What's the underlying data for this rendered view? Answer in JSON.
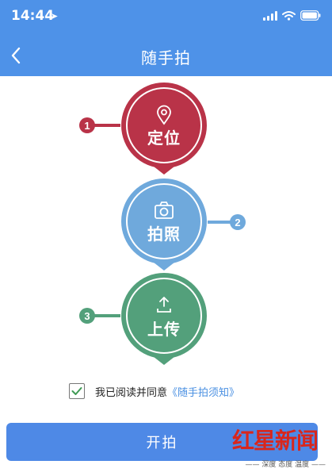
{
  "status_bar": {
    "time": "14:44"
  },
  "nav": {
    "title": "随手拍"
  },
  "steps": [
    {
      "number": "1",
      "label": "定位",
      "icon": "location-pin-icon",
      "color": "#b93348"
    },
    {
      "number": "2",
      "label": "拍照",
      "icon": "camera-icon",
      "color": "#6fa9dc"
    },
    {
      "number": "3",
      "label": "上传",
      "icon": "upload-icon",
      "color": "#53a07b"
    }
  ],
  "agreement": {
    "checked": true,
    "text": "我已阅读并同意",
    "link": "《随手拍须知》"
  },
  "start_button": {
    "label": "开拍"
  },
  "watermark": {
    "title": "红星新闻",
    "subtitle": "深度 态度 温度"
  }
}
